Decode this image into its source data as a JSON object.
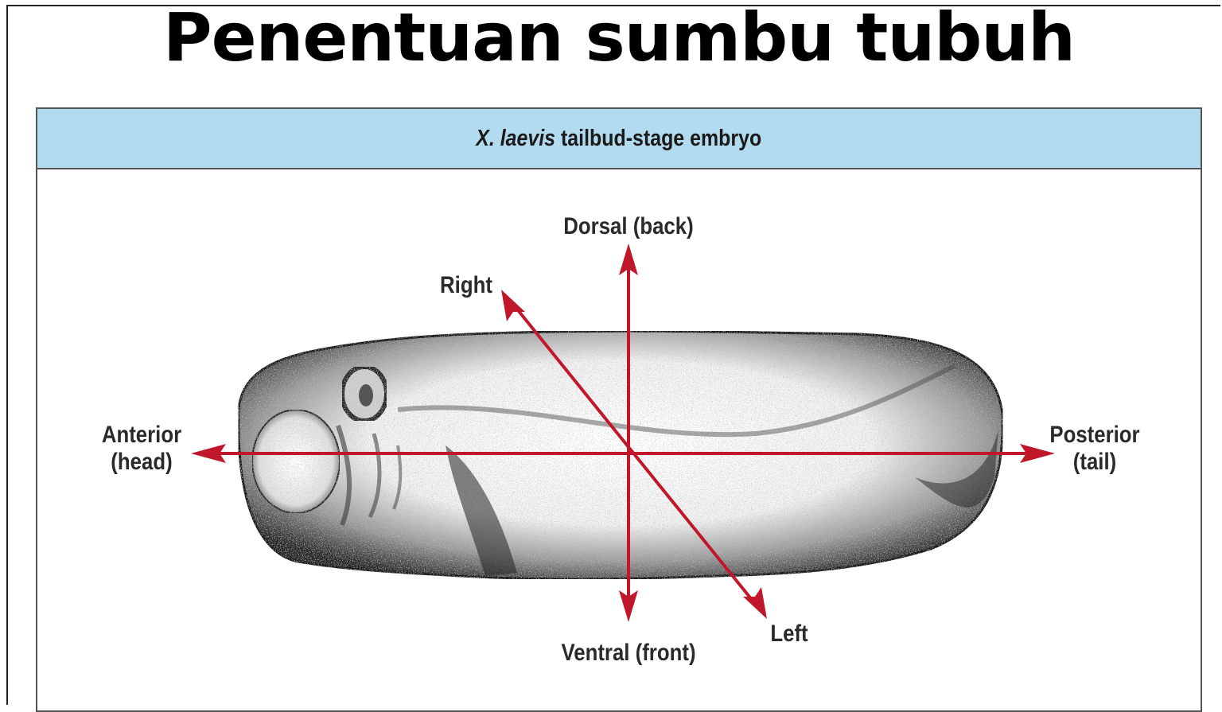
{
  "slide": {
    "title": "Penentuan sumbu tubuh"
  },
  "figure": {
    "caption_italic": "X. laevis",
    "caption_rest": " tailbud-stage embryo",
    "labels": {
      "dorsal": "Dorsal (back)",
      "ventral": "Ventral (front)",
      "right": "Right",
      "left": "Left",
      "anterior_line1": "Anterior",
      "anterior_line2": "(head)",
      "posterior_line1": "Posterior",
      "posterior_line2": "(tail)"
    }
  },
  "colors": {
    "axis_arrow": "#c0182a",
    "header_band": "#b3dbef"
  }
}
